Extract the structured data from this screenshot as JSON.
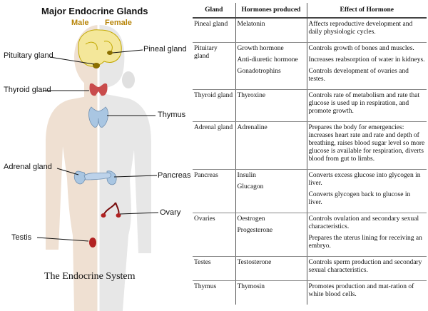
{
  "diagram": {
    "title": "Major Endocrine Glands",
    "male_label": "Male",
    "female_label": "Female",
    "caption": "The Endocrine System",
    "labels": {
      "pituitary": "Pituitary gland",
      "pineal": "Pineal gland",
      "thyroid": "Thyroid gland",
      "thymus": "Thymus",
      "adrenal": "Adrenal gland",
      "pancreas": "Pancreas",
      "ovary": "Ovary",
      "testis": "Testis"
    },
    "colors": {
      "skin_male": "#efe0d2",
      "skin_female": "#e7e7e7",
      "brain": "#f4e79a",
      "thyroid": "#c94c4c",
      "thymus": "#a9c6e2",
      "adrenal": "#a9c6e2",
      "ovary": "#b22222",
      "testis": "#b22222"
    }
  },
  "table": {
    "headers": {
      "gland": "Gland",
      "hormones": "Hormones produced",
      "effect": "Effect of Hormone"
    },
    "rows": [
      {
        "gland": "Pineal gland",
        "items": [
          {
            "hormone": "Melatonin",
            "effect": "Affects reproductive development and daily physiologic cycles."
          }
        ]
      },
      {
        "gland": "Pituitary gland",
        "items": [
          {
            "hormone": "Growth hormone",
            "effect": "Controls growth of bones and muscles."
          },
          {
            "hormone": "Anti-diuretic hormone",
            "effect": "Increases reabsorption of water in kidneys."
          },
          {
            "hormone": "Gonadotrophins",
            "effect": "Controls development of ovaries and testes."
          }
        ]
      },
      {
        "gland": "Thyroid gland",
        "items": [
          {
            "hormone": "Thyroxine",
            "effect": "Controls rate of metabolism and rate that glucose is used up in respiration, and promote growth."
          }
        ]
      },
      {
        "gland": "Adrenal gland",
        "items": [
          {
            "hormone": "Adrenaline",
            "effect": "Prepares the body for emergencies: increases heart rate and rate and depth of breathing, raises blood sugar level so more glucose is available for respiration, diverts blood from gut to limbs."
          }
        ]
      },
      {
        "gland": "Pancreas",
        "items": [
          {
            "hormone": "Insulin",
            "effect": "Converts excess glucose into glycogen in liver."
          },
          {
            "hormone": "Glucagon",
            "effect": "Converts glycogen back to glucose in liver."
          }
        ]
      },
      {
        "gland": "Ovaries",
        "items": [
          {
            "hormone": "Oestrogen",
            "effect": "Controls ovulation and secondary sexual characteristics."
          },
          {
            "hormone": "Progesterone",
            "effect": "Prepares the uterus lining for receiving an embryo."
          }
        ]
      },
      {
        "gland": "Testes",
        "items": [
          {
            "hormone": "Testosterone",
            "effect": "Controls sperm production and secondary sexual characteristics."
          }
        ]
      },
      {
        "gland": "Thymus",
        "items": [
          {
            "hormone": "Thymosin",
            "effect": "Promotes production and mat-ration of white blood cells."
          }
        ]
      }
    ]
  }
}
